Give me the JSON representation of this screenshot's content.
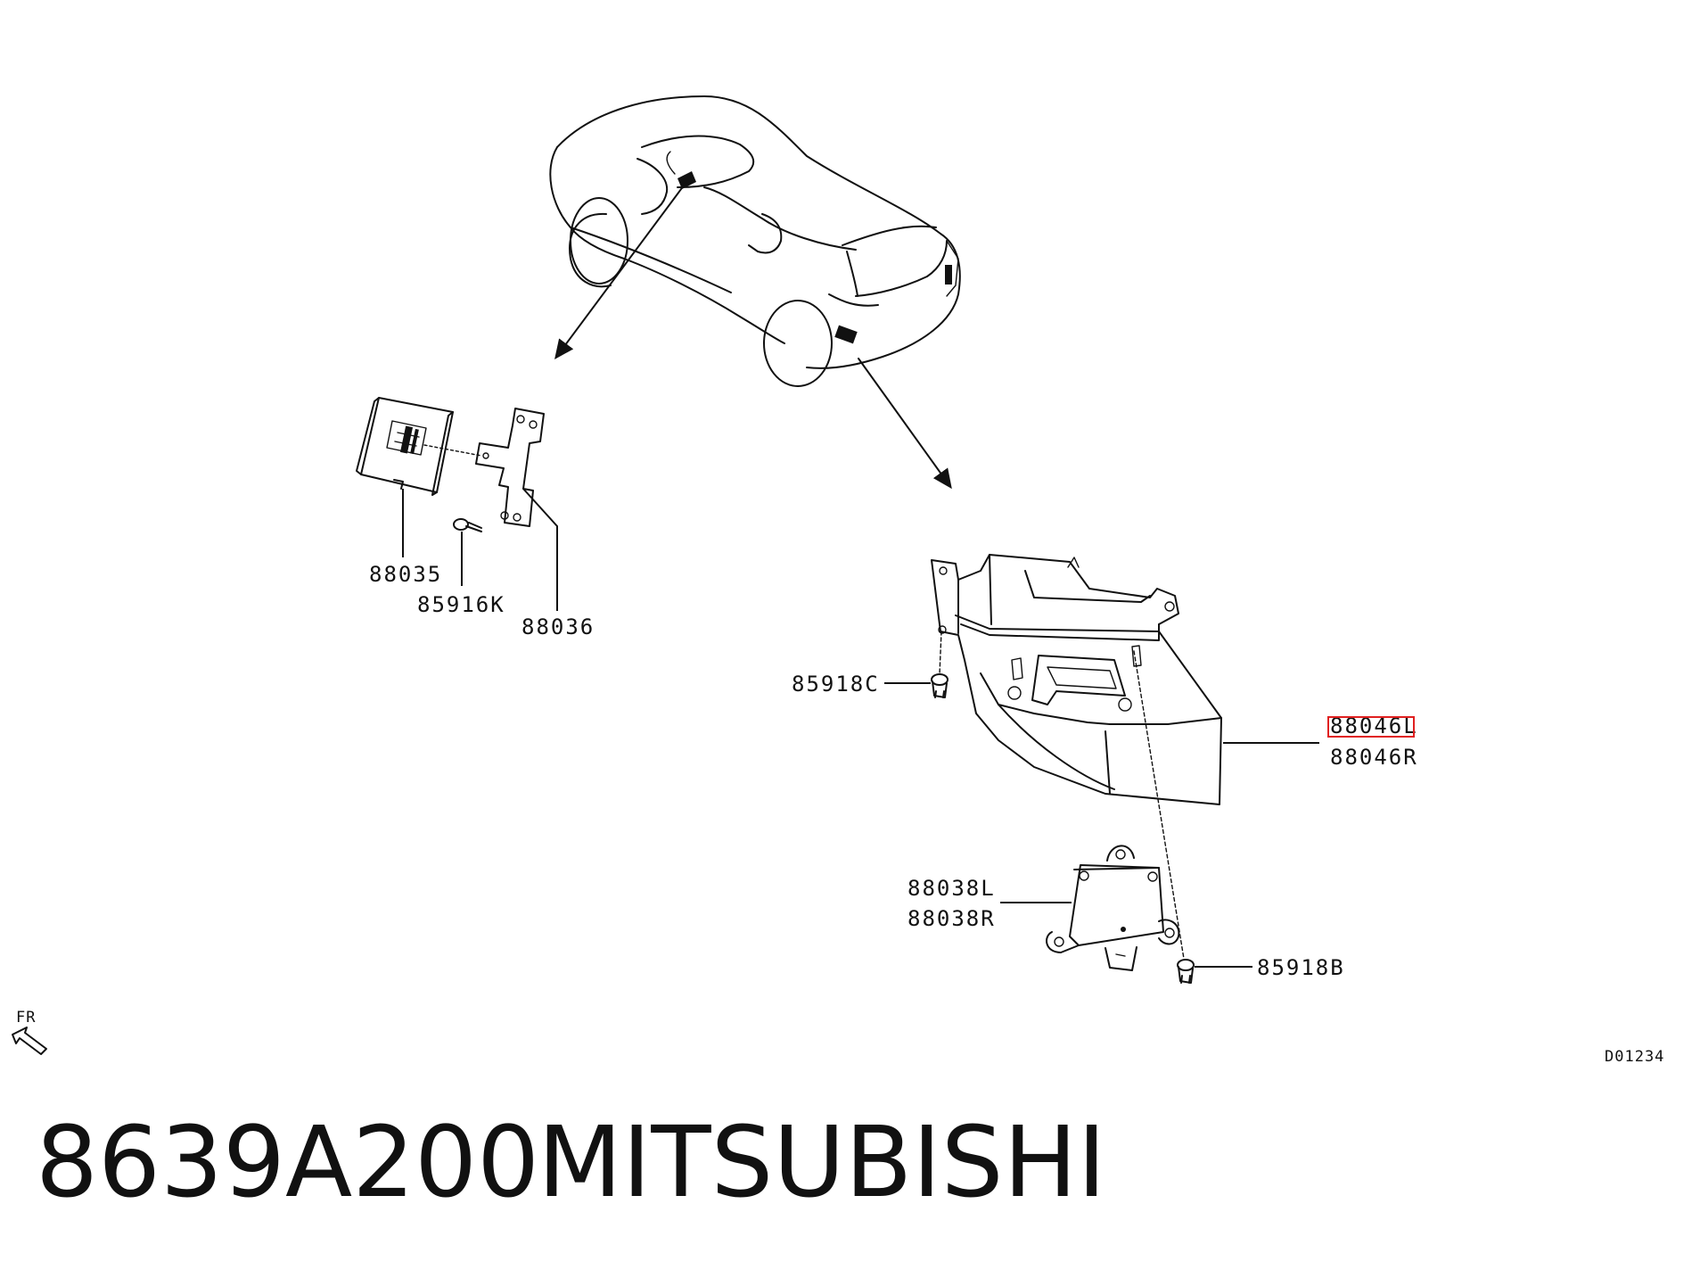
{
  "diagram": {
    "labels": {
      "p88035": "88035",
      "p85916K": "85916K",
      "p88036": "88036",
      "p85918C": "85918C",
      "p88046L": "88046L",
      "p88046R": "88046R",
      "p88038L": "88038L",
      "p88038R": "88038R",
      "p85918B": "85918B"
    },
    "front_marker": "FR",
    "drawing_code": "D01234",
    "highlight_color": "#e02020"
  },
  "footer": {
    "part_number": "8639A200",
    "brand": "MITSUBISHI"
  }
}
